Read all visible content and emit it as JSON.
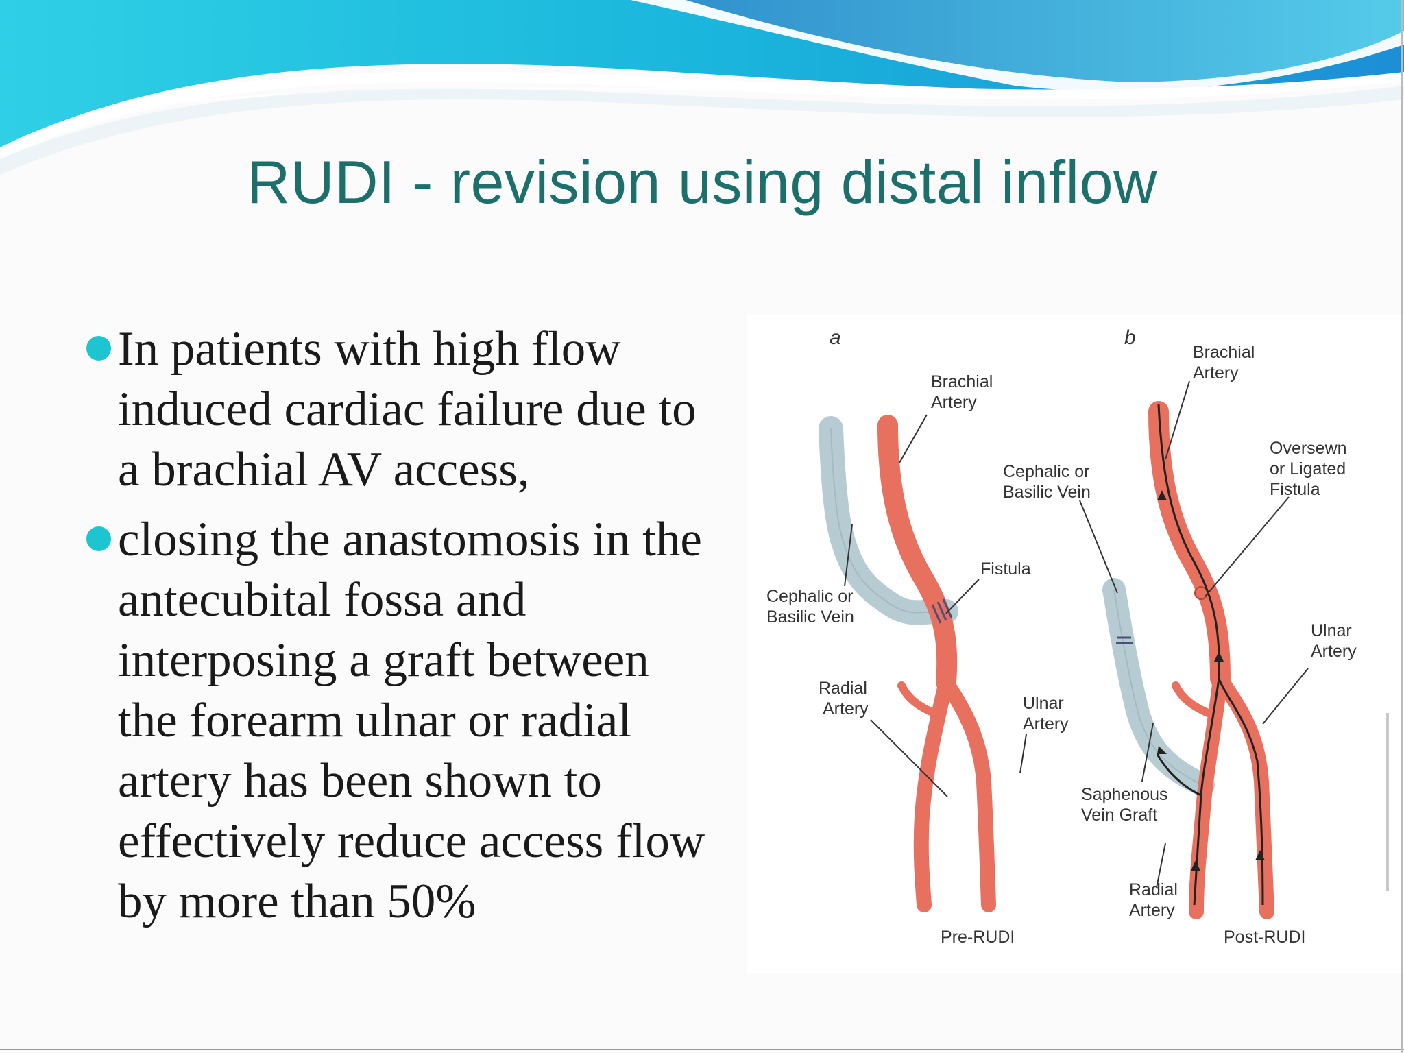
{
  "slide": {
    "title": "RUDI - revision using distal inflow",
    "bullets": [
      {
        "text": "In patients with high flow induced cardiac failure due to a brachial AV access,"
      },
      {
        "text": "closing the anastomosis in the antecubital fossa and interposing a graft between the forearm ulnar or radial artery has been shown to effectively reduce access flow by more than 50%"
      }
    ],
    "bullet_color": "#1cc5cf",
    "title_color": "#1d6f6b"
  },
  "figure": {
    "panel_a": {
      "letter": "a",
      "caption": "Pre-RUDI",
      "brachial_1": "Brachial",
      "brachial_2": "Artery",
      "vein_1": "Cephalic or",
      "vein_2": "Basilic Vein",
      "fistula": "Fistula",
      "radial_1": "Radial",
      "radial_2": "Artery",
      "ulnar_1": "Ulnar",
      "ulnar_2": "Artery"
    },
    "panel_b": {
      "letter": "b",
      "caption": "Post-RUDI",
      "brachial_1": "Brachial",
      "brachial_2": "Artery",
      "vein_1": "Cephalic or",
      "vein_2": "Basilic Vein",
      "oversewn_1": "Oversewn",
      "oversewn_2": "or Ligated",
      "oversewn_3": "Fistula",
      "ulnar_1": "Ulnar",
      "ulnar_2": "Artery",
      "saphenous_1": "Saphenous",
      "saphenous_2": "Vein Graft",
      "radial_1": "Radial",
      "radial_2": "Artery"
    },
    "artery_color": "#e8705f",
    "vein_color": "#b9ced3"
  }
}
